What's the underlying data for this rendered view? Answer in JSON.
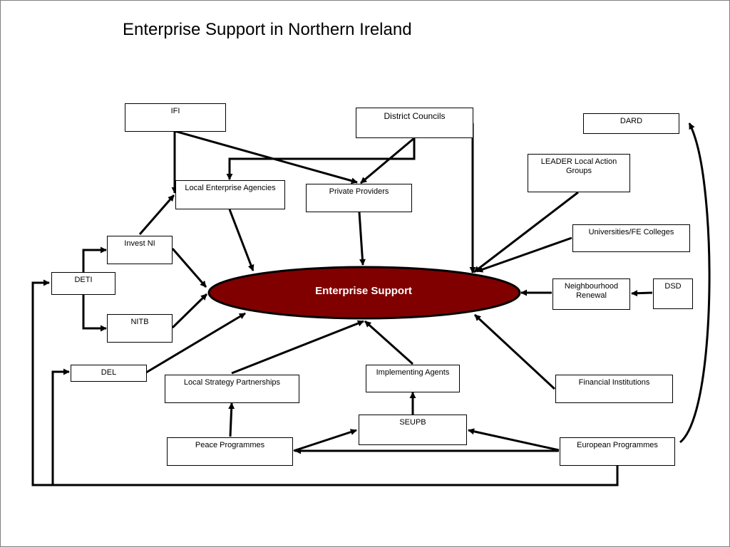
{
  "slide": {
    "title": "Enterprise Support in Northern Ireland"
  },
  "diagram": {
    "center": {
      "label": "Enterprise Support",
      "fill": "#800000"
    },
    "nodes": {
      "ifi": "IFI",
      "district_councils": "District Councils",
      "dard": "DARD",
      "leader": "LEADER Local Action Groups",
      "local_enterprise_agencies": "Local Enterprise Agencies",
      "private_providers": "Private Providers",
      "universities": "Universities/FE Colleges",
      "invest_ni": "Invest NI",
      "deti": "DETI",
      "nitb": "NITB",
      "neighbourhood_renewal": "Neighbourhood Renewal",
      "dsd": "DSD",
      "del": "DEL",
      "local_strategy_partnerships": "Local Strategy Partnerships",
      "implementing_agents": "Implementing Agents",
      "financial_institutions": "Financial Institutions",
      "seupb": "SEUPB",
      "peace_programmes": "Peace Programmes",
      "european_programmes": "European Programmes"
    }
  }
}
